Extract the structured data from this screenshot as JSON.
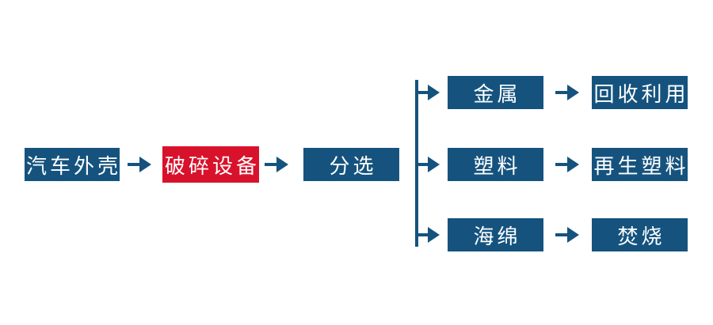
{
  "colors": {
    "node_blue": "#15537e",
    "node_red": "#d8122b",
    "connector_blue": "#15537e",
    "text_white": "#ffffff",
    "background": "#ffffff"
  },
  "flowchart": {
    "source": {
      "label": "汽车外壳"
    },
    "process": {
      "label": "破碎设备"
    },
    "sort": {
      "label": "分选"
    },
    "branches": [
      {
        "material": "金属",
        "outcome": "回收利用"
      },
      {
        "material": "塑料",
        "outcome": "再生塑料"
      },
      {
        "material": "海绵",
        "outcome": "焚烧"
      }
    ],
    "icons": {
      "arrow": "right-arrow-icon"
    }
  }
}
